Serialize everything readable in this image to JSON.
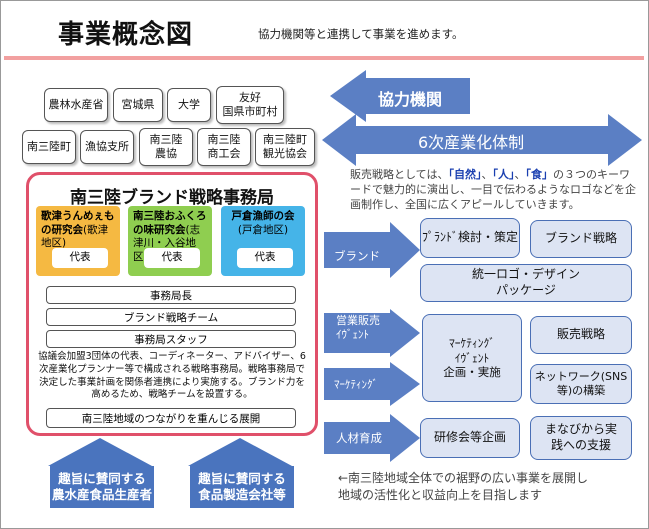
{
  "header": {
    "title": "事業概念図",
    "subtitle": "協力機関等と連携して事業を進めます。"
  },
  "partners": {
    "row1": [
      "農林水産省",
      "宮城県",
      "大学",
      "友好\n国県市町村"
    ],
    "row2": [
      "南三陸町",
      "漁協支所",
      "南三陸\n農協",
      "南三陸\n商工会",
      "南三陸町\n観光協会"
    ]
  },
  "office": {
    "title": "南三陸ブランド戦略事務局",
    "orgs": [
      {
        "name": "歌津うんめぇもの研究会",
        "area": "(歌津地区)",
        "rep": "代表",
        "color": "#f5b942"
      },
      {
        "name": "南三陸おふくろの味研究会",
        "area": "(志津川・入谷地区)",
        "rep": "代表",
        "color": "#8fce50"
      },
      {
        "name": "戸倉漁師の会",
        "area": "(戸倉地区)",
        "rep": "代表",
        "color": "#45b4e8"
      }
    ],
    "staff": [
      "事務局長",
      "ブランド戦略チーム",
      "事務局スタッフ"
    ],
    "description": "協議会加盟3団体の代表、コーディネーター、アドバイザー、6次産業化プランナー等で構成される戦略事務局。戦略事務局で決定した事業計画を関係者連携により実施する。ブランド力を高めるため、戦略チームを設置する。",
    "motto": "南三陸地域のつながりを重んじる展開"
  },
  "supporters": [
    "趣旨に賛同する\n農水産食品生産者",
    "趣旨に賛同する\n食品製造会社等"
  ],
  "cooperation": "協力機関",
  "system": "6次産業化体制",
  "strategy_note": {
    "pre": "販売戦略としては、",
    "kw1": "「自然」",
    "sep1": "、",
    "kw2": "「人」",
    "sep2": "、",
    "kw3": "「食」",
    "post": "の３つのキーワードで魅力的に演出し、一目で伝わるようなロゴなどを企画制作し、全国に広くアピールしていきます。"
  },
  "categories": [
    {
      "label": "ブランド"
    },
    {
      "label": "営業販売\nｲｳﾞｪﾝﾄ"
    },
    {
      "label": "ﾏｰｹﾃｨﾝｸﾞ"
    },
    {
      "label": "人材育成"
    }
  ],
  "actions": {
    "brand_plan": "ﾌﾟﾗﾝﾄﾞ検討・策定",
    "brand_strategy": "ブランド戦略",
    "logo": "統一ロゴ・デザイン\nパッケージ",
    "event": "ﾏｰｹﾃｨﾝｸﾞ\nｲｳﾞｪﾝﾄ\n企画・実施",
    "sales_strategy": "販売戦略",
    "network": "ネットワーク(SNS\n等)の構築",
    "training": "研修会等企画",
    "learning": "まなびから実\n践への支援"
  },
  "bottom_note": "←南三陸地域全体での裾野の広い事業を展開し\n地域の活性化と収益向上を目指します",
  "colors": {
    "blue": "#4a74be",
    "arrow": "#5b7fc4",
    "pink": "#e0506a"
  }
}
